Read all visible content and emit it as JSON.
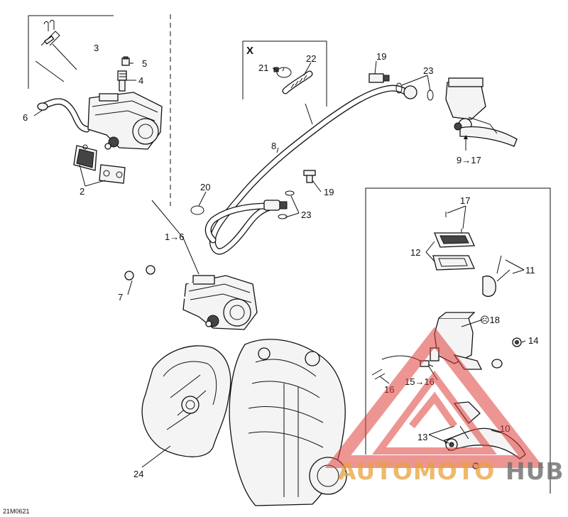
{
  "diagram_code": "21M0621",
  "watermark": {
    "brand_a": "AUTOMOTO",
    "brand_b": "HUB",
    "color_red": "#e0403a",
    "color_orange": "#e8a23a",
    "color_gray": "#6e6e6e"
  },
  "callouts": {
    "c1_6": "1→6",
    "c2": "2",
    "c3": "3",
    "c4": "4",
    "c5": "5",
    "c6": "6",
    "c7": "7",
    "c8": "8",
    "c9_17": "9→17",
    "c10": "10",
    "c11": "11",
    "c12": "12",
    "c13": "13",
    "c14": "14",
    "c15_16": "15→16",
    "c16": "16",
    "c17": "17",
    "c18": "☹18",
    "c19a": "19",
    "c19b": "19",
    "c20": "20",
    "c21": "21",
    "c22": "22",
    "c23a": "23",
    "c23b": "23",
    "c24": "24",
    "cx": "X"
  }
}
